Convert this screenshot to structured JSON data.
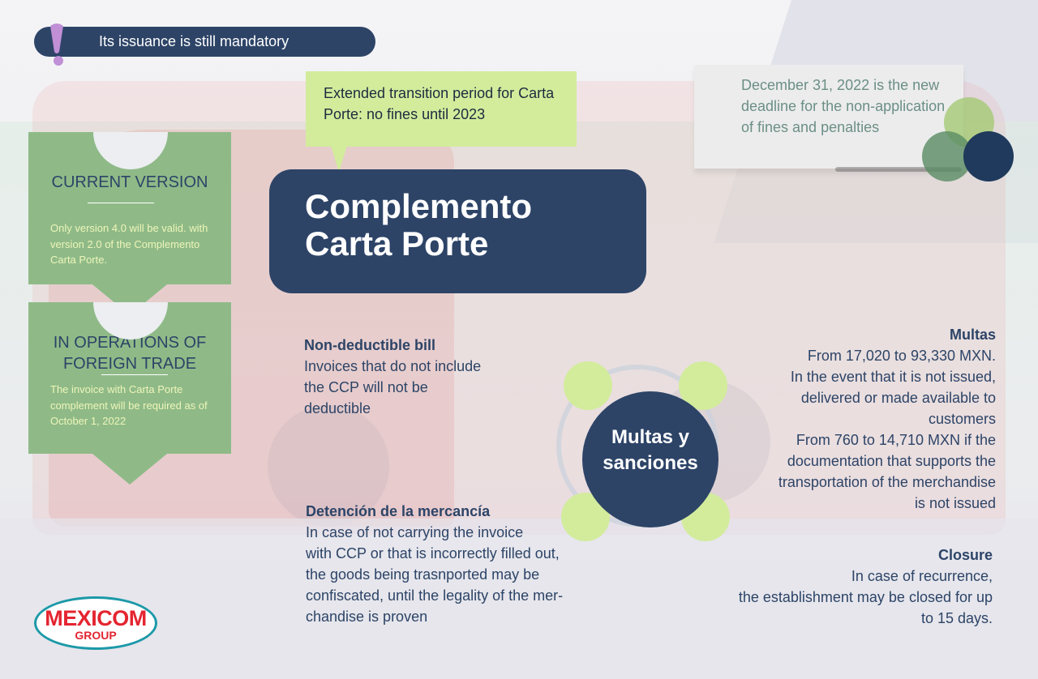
{
  "banner": {
    "label": "Its issuance is still mandatory"
  },
  "speech": {
    "text": "Extended transition period for Carta Porte: no fines until 2023"
  },
  "main_title": {
    "line1": "Complemento",
    "line2": "Carta Porte"
  },
  "deadline_note": {
    "text": "December 31, 2022 is the new deadline for the non-application of fines and penalties"
  },
  "current_version": {
    "title": "CURRENT VERSION",
    "text": "Only version 4.0 will be valid. with version 2.0 of the Complemento Carta Porte."
  },
  "foreign_trade": {
    "title_line1": "IN OPERATIONS OF",
    "title_line2": "FOREIGN TRADE",
    "text": "The invoice with Carta Porte complement will be required as of October 1, 2022"
  },
  "non_deductible": {
    "heading": "Non-deductible bill",
    "lines": [
      "Invoices that do not include",
      "the CCP will not be",
      "deductible"
    ]
  },
  "detention": {
    "heading": "Detención de la mercancía",
    "lines": [
      "In case of not carrying the invoice",
      "with CCP or that is incorrectly filled out,",
      "the goods being trasnported may be",
      "confiscated, until the legality of the  mer-",
      "chandise is proven"
    ]
  },
  "hub": {
    "line1": "Multas y",
    "line2": "sanciones"
  },
  "multas": {
    "heading": "Multas",
    "lines": [
      "From 17,020 to 93,330 MXN.",
      "In the event that it is not issued,",
      "delivered or made available to",
      "customers",
      "From 760 to 14,710 MXN if the",
      "documentation that supports the",
      "transportation of the merchandise",
      "is not issued"
    ]
  },
  "closure": {
    "heading": "Closure",
    "lines": [
      "In case of recurrence,",
      "the establishment may be closed for up",
      "to 15 days."
    ]
  },
  "logo": {
    "main": "MEXICOM",
    "sub": "GROUP"
  },
  "colors": {
    "navy": "#2d4467",
    "sage_green": "#8fba88",
    "lime": "#d2ec9c",
    "text_yellow": "#eef5b8",
    "logo_red": "#e42530",
    "logo_teal": "#1c99a8",
    "exclamation": "#c08fd6"
  }
}
